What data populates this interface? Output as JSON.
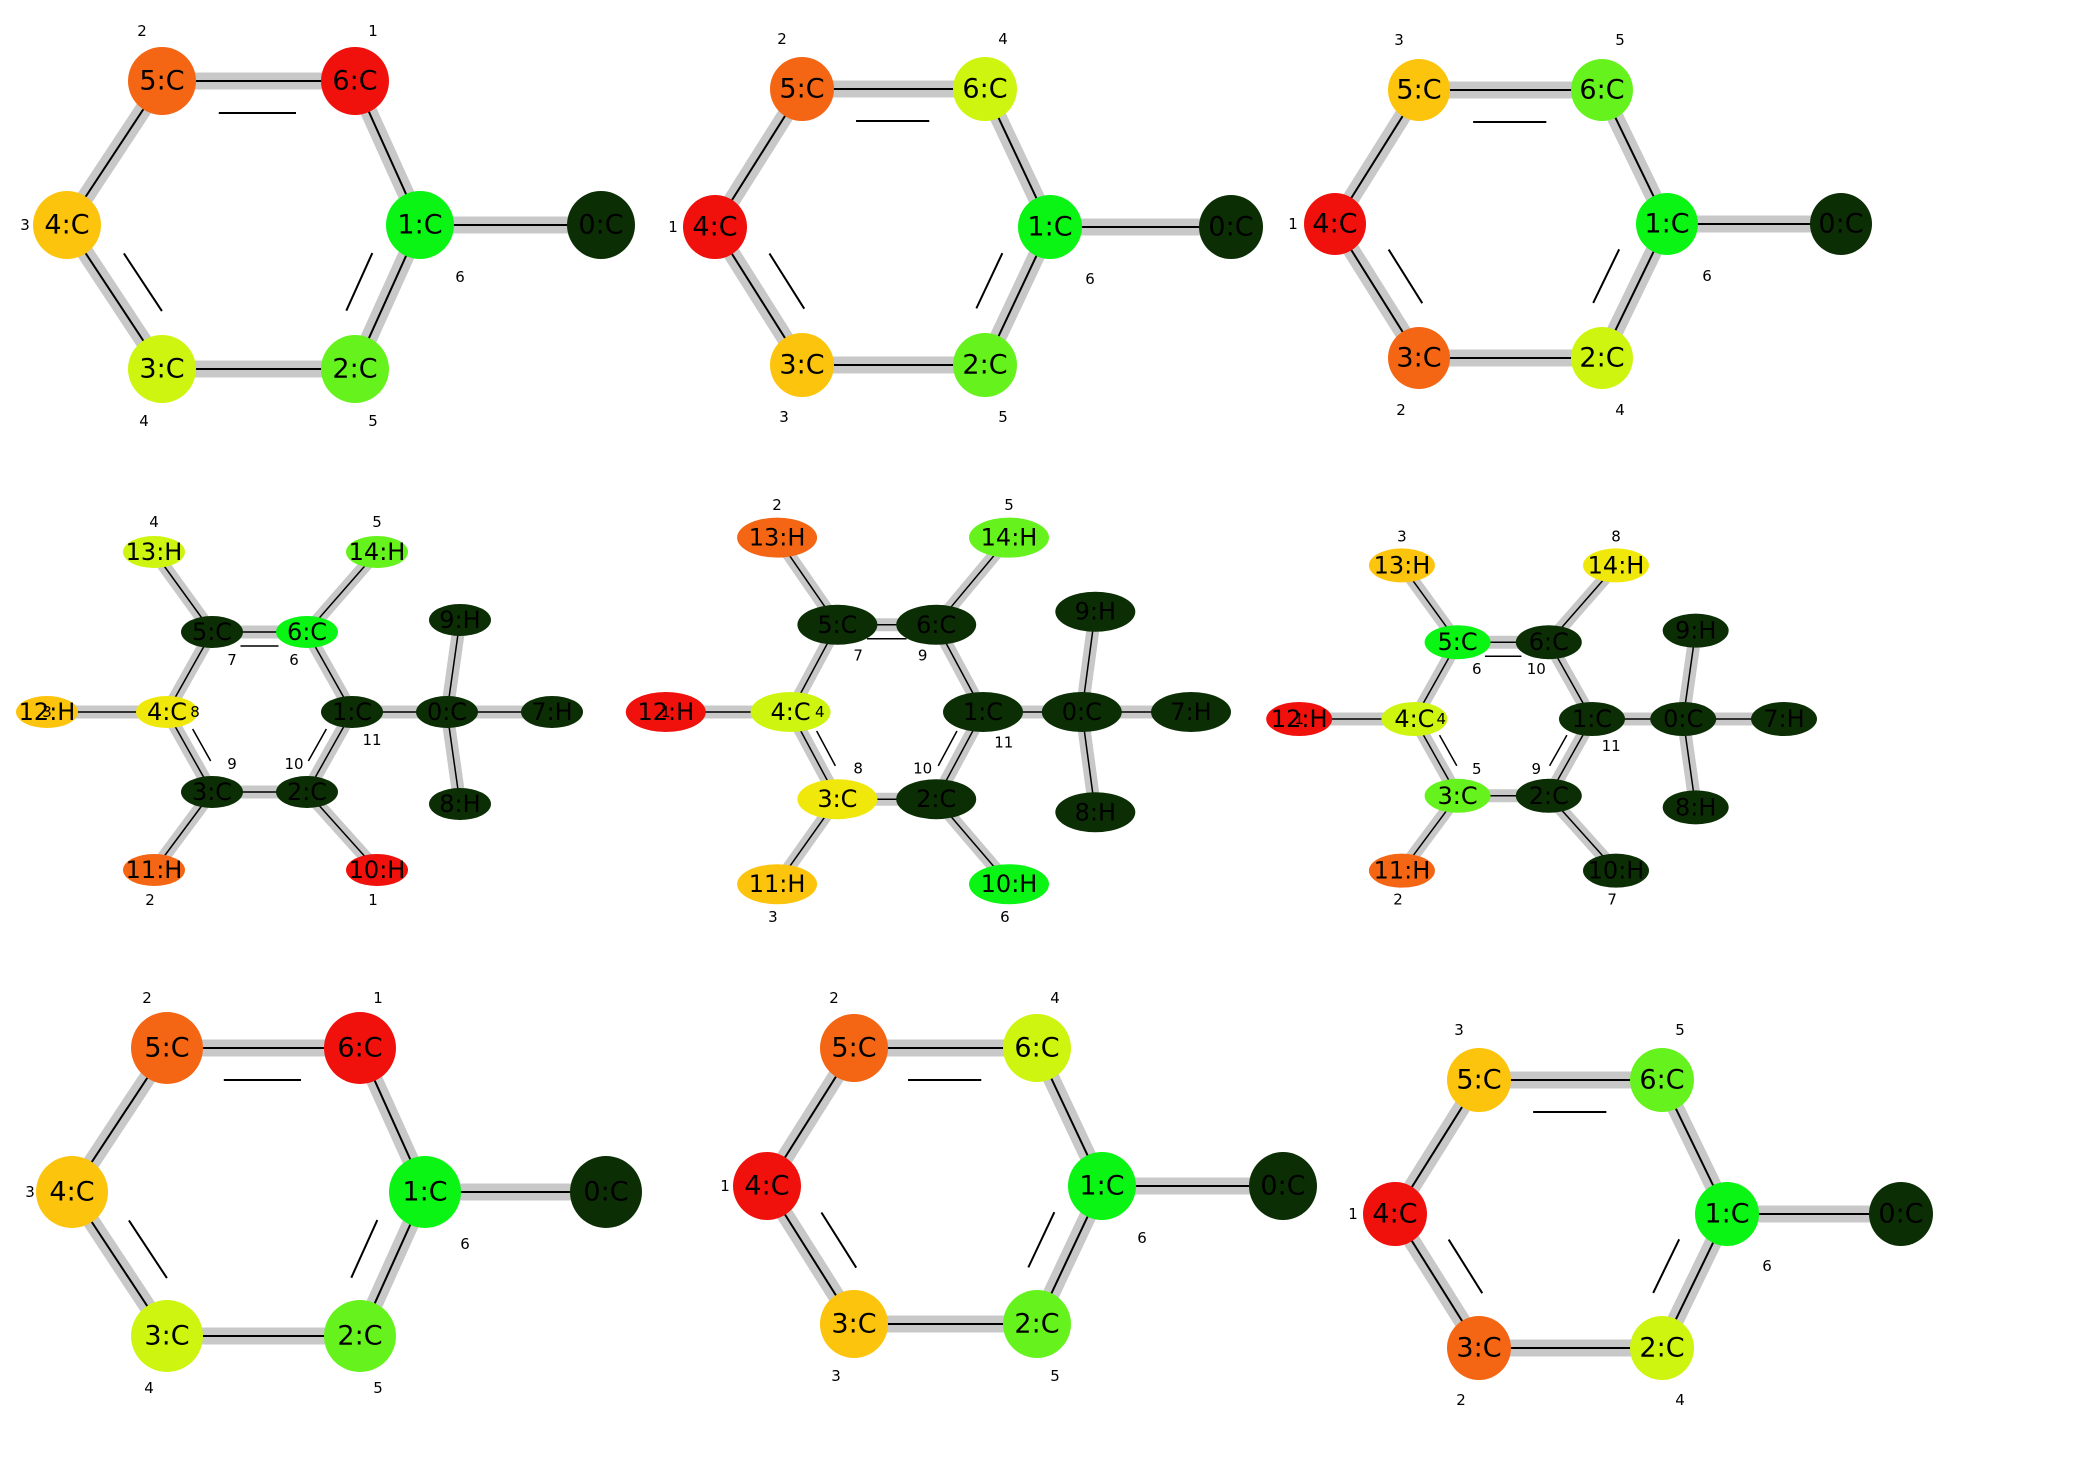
{
  "colors": {
    "bond_highlight": "#c8c8c8",
    "bond_line": "#000000",
    "rank_1": "#f0100c",
    "rank_2": "#f46614",
    "rank_3": "#fcc40c",
    "rank_4": "#cef50f",
    "rank_5": "#66f21c",
    "rank_6": "#0af514",
    "rank_8": "#f0e80a",
    "dark": "#0b2e05"
  },
  "panels": [
    {
      "id": "ring-a",
      "atoms": [
        {
          "label": "6:C",
          "rank": "1"
        },
        {
          "label": "5:C",
          "rank": "2"
        },
        {
          "label": "4:C",
          "rank": "3"
        },
        {
          "label": "3:C",
          "rank": "4"
        },
        {
          "label": "2:C",
          "rank": "5"
        },
        {
          "label": "1:C",
          "rank": "6"
        },
        {
          "label": "0:C",
          "rank": ""
        }
      ]
    },
    {
      "id": "ring-b",
      "atoms": [
        {
          "label": "4:C",
          "rank": "1"
        },
        {
          "label": "5:C",
          "rank": "2"
        },
        {
          "label": "3:C",
          "rank": "3"
        },
        {
          "label": "6:C",
          "rank": "4"
        },
        {
          "label": "2:C",
          "rank": "5"
        },
        {
          "label": "1:C",
          "rank": "6"
        },
        {
          "label": "0:C",
          "rank": ""
        }
      ]
    },
    {
      "id": "ring-c",
      "atoms": [
        {
          "label": "4:C",
          "rank": "1"
        },
        {
          "label": "3:C",
          "rank": "2"
        },
        {
          "label": "5:C",
          "rank": "3"
        },
        {
          "label": "2:C",
          "rank": "4"
        },
        {
          "label": "6:C",
          "rank": "5"
        },
        {
          "label": "1:C",
          "rank": "6"
        },
        {
          "label": "0:C",
          "rank": ""
        }
      ]
    },
    {
      "id": "mol-d",
      "atoms": [
        {
          "label": "10:H",
          "rank": "1"
        },
        {
          "label": "11:H",
          "rank": "2"
        },
        {
          "label": "12:H",
          "rank": "3"
        },
        {
          "label": "13:H",
          "rank": "4"
        },
        {
          "label": "14:H",
          "rank": "5"
        },
        {
          "label": "6:C",
          "rank": "6"
        },
        {
          "label": "5:C",
          "rank": "7"
        },
        {
          "label": "4:C",
          "rank": "8"
        },
        {
          "label": "3:C",
          "rank": "9"
        },
        {
          "label": "2:C",
          "rank": "10"
        },
        {
          "label": "1:C",
          "rank": "11"
        },
        {
          "label": "0:C",
          "rank": ""
        },
        {
          "label": "7:H",
          "rank": ""
        },
        {
          "label": "8:H",
          "rank": ""
        },
        {
          "label": "9:H",
          "rank": ""
        }
      ]
    },
    {
      "id": "mol-e",
      "atoms": [
        {
          "label": "12:H",
          "rank": "1"
        },
        {
          "label": "13:H",
          "rank": "2"
        },
        {
          "label": "11:H",
          "rank": "3"
        },
        {
          "label": "4:C",
          "rank": "4"
        },
        {
          "label": "14:H",
          "rank": "5"
        },
        {
          "label": "10:H",
          "rank": "6"
        },
        {
          "label": "5:C",
          "rank": "7"
        },
        {
          "label": "3:C",
          "rank": "8"
        },
        {
          "label": "6:C",
          "rank": "9"
        },
        {
          "label": "2:C",
          "rank": "10"
        },
        {
          "label": "1:C",
          "rank": "11"
        },
        {
          "label": "0:C",
          "rank": ""
        },
        {
          "label": "7:H",
          "rank": ""
        },
        {
          "label": "8:H",
          "rank": ""
        },
        {
          "label": "9:H",
          "rank": ""
        }
      ]
    },
    {
      "id": "mol-f",
      "atoms": [
        {
          "label": "12:H",
          "rank": "1"
        },
        {
          "label": "11:H",
          "rank": "2"
        },
        {
          "label": "13:H",
          "rank": "3"
        },
        {
          "label": "4:C",
          "rank": "4"
        },
        {
          "label": "3:C",
          "rank": "5"
        },
        {
          "label": "5:C",
          "rank": "6"
        },
        {
          "label": "10:H",
          "rank": "7"
        },
        {
          "label": "14:H",
          "rank": "8"
        },
        {
          "label": "2:C",
          "rank": "9"
        },
        {
          "label": "6:C",
          "rank": "10"
        },
        {
          "label": "1:C",
          "rank": "11"
        },
        {
          "label": "0:C",
          "rank": ""
        },
        {
          "label": "7:H",
          "rank": ""
        },
        {
          "label": "8:H",
          "rank": ""
        },
        {
          "label": "9:H",
          "rank": ""
        }
      ]
    },
    {
      "id": "ring-g",
      "atoms": [
        {
          "label": "6:C",
          "rank": "1"
        },
        {
          "label": "5:C",
          "rank": "2"
        },
        {
          "label": "4:C",
          "rank": "3"
        },
        {
          "label": "3:C",
          "rank": "4"
        },
        {
          "label": "2:C",
          "rank": "5"
        },
        {
          "label": "1:C",
          "rank": "6"
        },
        {
          "label": "0:C",
          "rank": ""
        }
      ]
    },
    {
      "id": "ring-h",
      "atoms": [
        {
          "label": "4:C",
          "rank": "1"
        },
        {
          "label": "5:C",
          "rank": "2"
        },
        {
          "label": "3:C",
          "rank": "3"
        },
        {
          "label": "6:C",
          "rank": "4"
        },
        {
          "label": "2:C",
          "rank": "5"
        },
        {
          "label": "1:C",
          "rank": "6"
        },
        {
          "label": "0:C",
          "rank": ""
        }
      ]
    },
    {
      "id": "ring-i",
      "atoms": [
        {
          "label": "4:C",
          "rank": "1"
        },
        {
          "label": "3:C",
          "rank": "2"
        },
        {
          "label": "5:C",
          "rank": "3"
        },
        {
          "label": "2:C",
          "rank": "4"
        },
        {
          "label": "6:C",
          "rank": "5"
        },
        {
          "label": "1:C",
          "rank": "6"
        },
        {
          "label": "0:C",
          "rank": ""
        }
      ]
    }
  ]
}
